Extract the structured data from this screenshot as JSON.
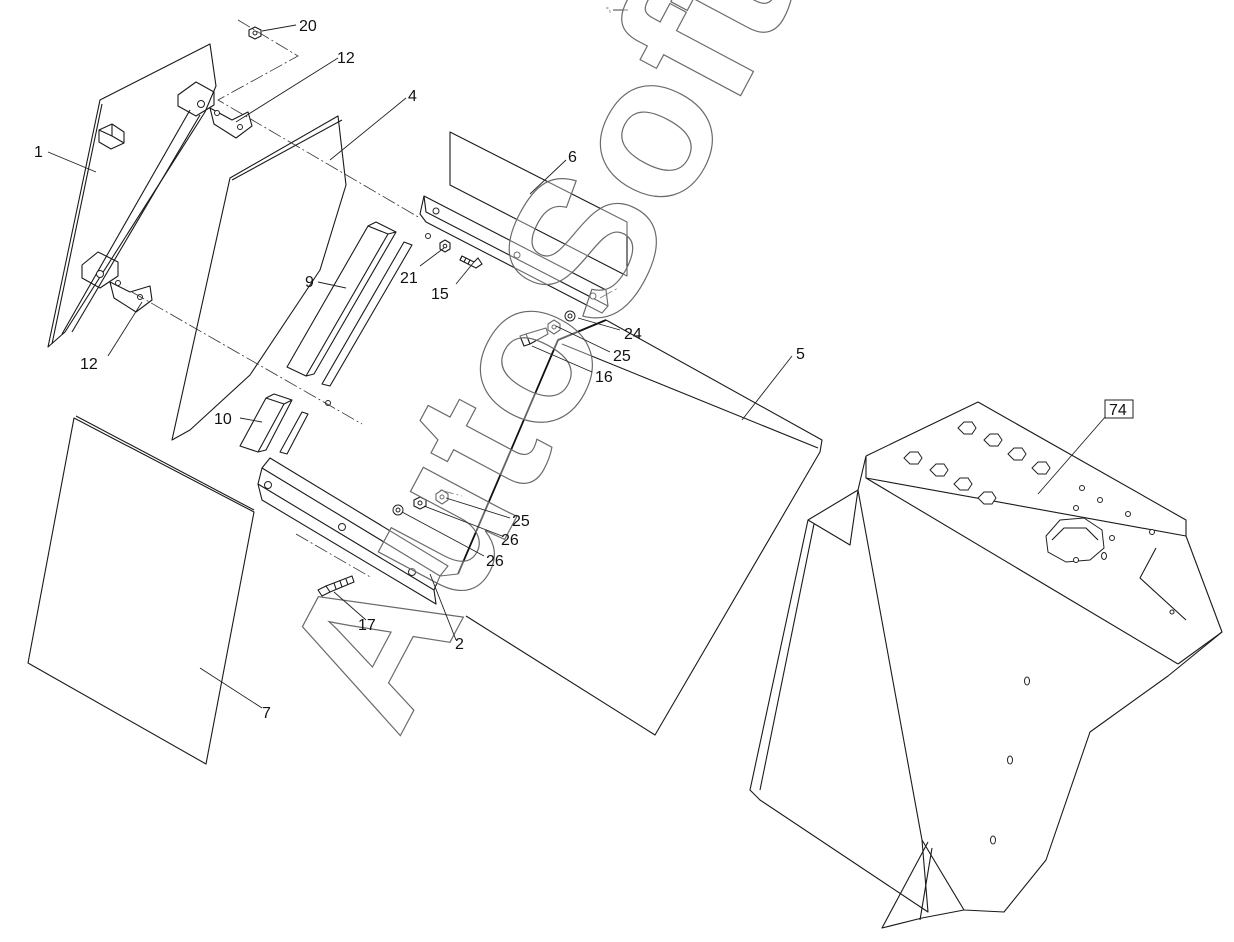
{
  "header_mark": "°₁ ═══",
  "watermark": "AutoSoft",
  "callouts": [
    {
      "id": "c1",
      "text": "1"
    },
    {
      "id": "c2",
      "text": "2"
    },
    {
      "id": "c4",
      "text": "4"
    },
    {
      "id": "c5",
      "text": "5"
    },
    {
      "id": "c6",
      "text": "6"
    },
    {
      "id": "c7",
      "text": "7"
    },
    {
      "id": "c9",
      "text": "9"
    },
    {
      "id": "c10",
      "text": "10"
    },
    {
      "id": "c12a",
      "text": "12"
    },
    {
      "id": "c12b",
      "text": "12"
    },
    {
      "id": "c15",
      "text": "15"
    },
    {
      "id": "c16",
      "text": "16"
    },
    {
      "id": "c17",
      "text": "17"
    },
    {
      "id": "c20",
      "text": "20"
    },
    {
      "id": "c21",
      "text": "21"
    },
    {
      "id": "c24",
      "text": "24"
    },
    {
      "id": "c25a",
      "text": "25"
    },
    {
      "id": "c25b",
      "text": "25"
    },
    {
      "id": "c26a",
      "text": "26"
    },
    {
      "id": "c26b",
      "text": "26"
    },
    {
      "id": "c74",
      "text": "74"
    }
  ]
}
